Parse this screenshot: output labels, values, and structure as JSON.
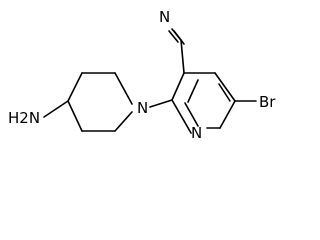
{
  "structure": {
    "atoms": {
      "amine": "H2N",
      "piperidine_n": "N",
      "pyridine_n": "N",
      "nitrile_n": "N",
      "bromine": "Br"
    }
  }
}
